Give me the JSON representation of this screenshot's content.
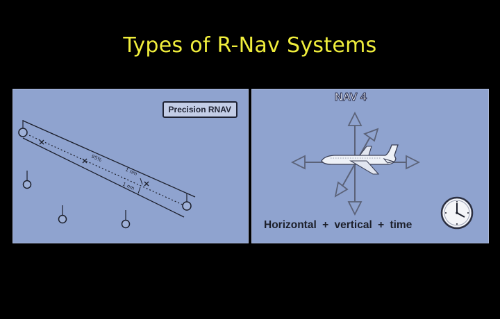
{
  "slide": {
    "title": "Types of R-Nav Systems"
  },
  "left_panel": {
    "badge": "Precision RNAV",
    "annotations": {
      "containment": "95%",
      "upper_width": "1 nm",
      "lower_width": "1 nm"
    }
  },
  "right_panel": {
    "label": "NAV 4",
    "formula": {
      "term1": "Horizontal",
      "plus1": "+",
      "term2": "vertical",
      "plus2": "+",
      "term3": "time"
    },
    "icons": [
      "airplane-icon",
      "clock-icon",
      "direction-arrows-icon"
    ]
  },
  "colors": {
    "title": "#f0ee3c",
    "panel": "#8fa3cf",
    "background": "#000000"
  }
}
